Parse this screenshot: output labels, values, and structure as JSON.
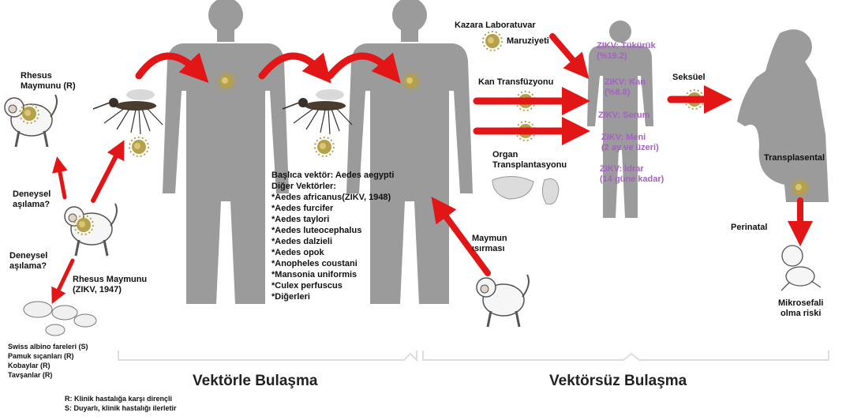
{
  "colors": {
    "arrow": "#e21616",
    "silhouette": "#9b9b9b",
    "virus": "#b6a04a",
    "purple": "#a560c4"
  },
  "labels": {
    "rhesus_r": "Rhesus\nMaymunu (R)",
    "deneysel1": "Deneysel\naşılama?",
    "deneysel2": "Deneysel\naşılama?",
    "rhesus_1947": "Rhesus Maymunu\n(ZIKV, 1947)",
    "maymun_isirmasi": "Maymun\nısırması",
    "kazara": "Kazara Laboratuvar",
    "maruziyeti": "Maruziyeti",
    "kan_transfuzyonu": "Kan Transfüzyonu",
    "organ": "Organ\nTransplantasyonu",
    "seksuel": "Seksüel",
    "transplasental": "Transplasental",
    "perinatal": "Perinatal",
    "mikrosefali": "Mikrosefali\nolma riski"
  },
  "vectors": {
    "header1": "Başlıca vektör: Aedes aegypti",
    "header2": "Diğer Vektörler:",
    "list": [
      "*Aedes africanus(ZIKV, 1948)",
      "*Aedes furcifer",
      "*Aedes taylori",
      "*Aedes luteocephalus",
      "*Aedes dalzieli",
      "*Aedes opok",
      "*Anopheles coustani",
      "*Mansonia uniformis",
      "*Culex perfuscus",
      "*Diğerleri"
    ]
  },
  "zikv": [
    "ZIKV: Tükürük\n(%19.2)",
    "ZIKV: Kan\n(%8.8)",
    "ZIKV: Serum",
    "ZIKV: Meni\n(2 ay ve üzeri)",
    "ZIKV: İdrar\n(14 güne kadar)"
  ],
  "hosts": [
    "Swiss albino fareleri (S)",
    "Pamuk sıçanları (R)",
    "Kobaylar (R)",
    "Tavşanlar (R)"
  ],
  "legend": [
    "R: Klinik hastalığa karşı dirençli",
    "S: Duyarlı, klinik hastalığı ilerletir"
  ],
  "sections": {
    "vector": "Vektörle Bulaşma",
    "nonvector": "Vektörsüz Bulaşma"
  }
}
